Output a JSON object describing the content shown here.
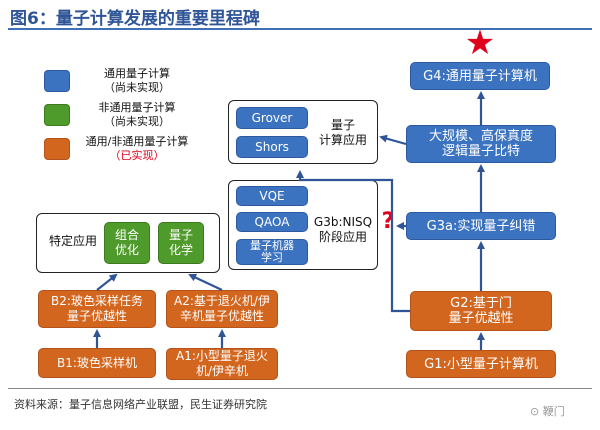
{
  "title": "图6：量子计算发展的重要里程碑",
  "source": "资料来源：量子信息网络产业联盟，民生证券研究院",
  "watermark": "⊙ 鞭门",
  "colors": {
    "blue": "#3c73c0",
    "green": "#4e9a2a",
    "orange": "#d2661e",
    "star": "#e0001b"
  },
  "legend": [
    {
      "color": "blue",
      "line1": "通用量子计算",
      "line2": "（尚未实现）"
    },
    {
      "color": "green",
      "line1": "非通用量子计算",
      "line2": "（尚未实现）"
    },
    {
      "color": "orange",
      "line1": "通用/非通用量子计算",
      "line2": "（已实现）"
    }
  ],
  "left_branch": {
    "b1": "B1:玻色采样机",
    "a1": "A1:小型量子退火\n机/伊辛机",
    "b2": "B2:玻色采样任务\n量子优越性",
    "a2": "A2:基于退火机/伊\n辛机量子优越性",
    "app_label": "特定应用",
    "app_items": [
      "组合\n优化",
      "量子\n化学"
    ]
  },
  "middle": {
    "grover_group": [
      "Grover",
      "Shors"
    ],
    "grover_label": "量子\n计算应用",
    "nisq_group": [
      "VQE",
      "QAOA",
      "量子机器\n学习"
    ],
    "nisq_label": "G3b:NISQ\n阶段应用",
    "question_mark": "?"
  },
  "right_branch": {
    "g1": "G1:小型量子计算机",
    "g2": "G2:基于门\n量子优越性",
    "g3a": "G3a:实现量子纠错",
    "g3_upper": "大规模、高保真度\n逻辑量子比特",
    "g4": "G4:通用量子计算机",
    "star": "★"
  }
}
